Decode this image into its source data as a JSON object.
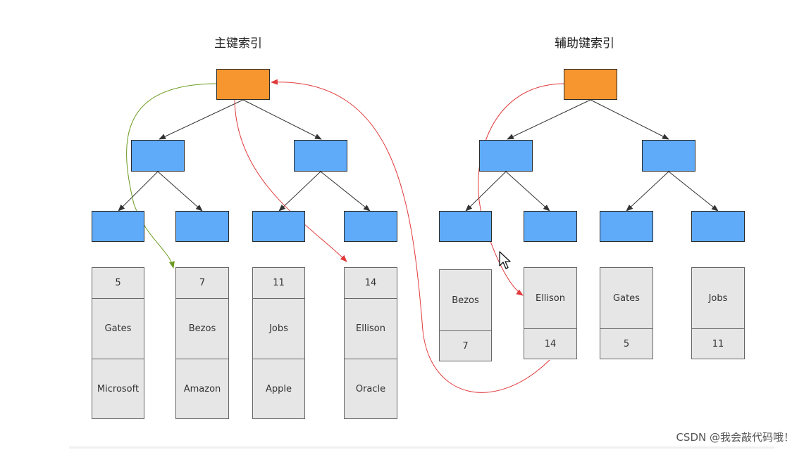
{
  "titles": {
    "primary": "主键索引",
    "secondary": "辅助键索引"
  },
  "primary_records": [
    {
      "id": "5",
      "name": "Gates",
      "company": "Microsoft"
    },
    {
      "id": "7",
      "name": "Bezos",
      "company": "Amazon"
    },
    {
      "id": "11",
      "name": "Jobs",
      "company": "Apple"
    },
    {
      "id": "14",
      "name": "Ellison",
      "company": "Oracle"
    }
  ],
  "secondary_records": [
    {
      "name": "Bezos",
      "id": "7"
    },
    {
      "name": "Ellison",
      "id": "14"
    },
    {
      "name": "Gates",
      "id": "5"
    },
    {
      "name": "Jobs",
      "id": "11"
    }
  ],
  "colors": {
    "root_node": "#f7962f",
    "internal_node": "#5fabfa",
    "record_fill": "#e6e6e6",
    "arrow_dark": "#333333",
    "arrow_red": "#e0393b",
    "arrow_green": "#6a9a1f"
  },
  "watermark": "CSDN @我会敲代码哦！",
  "icons": [
    "mouse-cursor-icon"
  ]
}
